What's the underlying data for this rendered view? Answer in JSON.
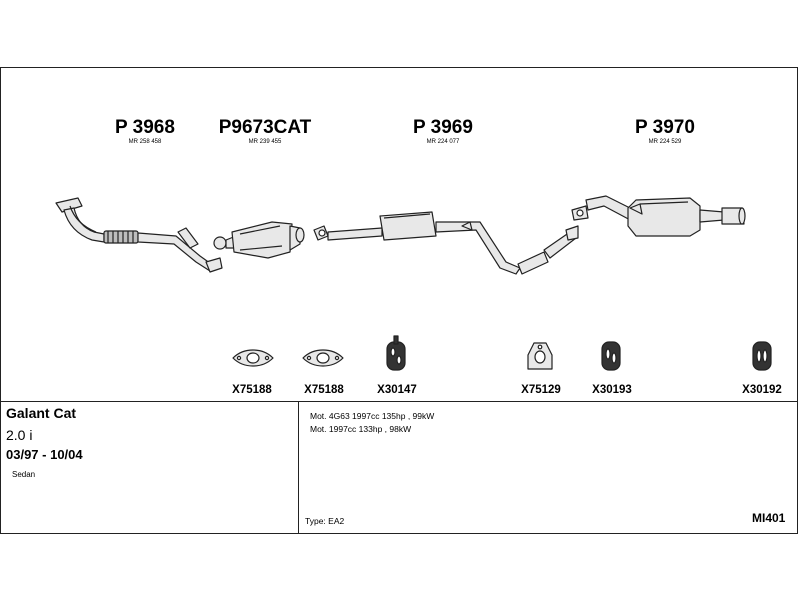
{
  "parts": [
    {
      "code": "P 3968",
      "ref": "MR 258 458"
    },
    {
      "code": "P9673CAT",
      "ref": "MR 239 455"
    },
    {
      "code": "P 3969",
      "ref": "MR 224 077"
    },
    {
      "code": "P 3970",
      "ref": "MR 224 529"
    }
  ],
  "accessories": [
    {
      "code": "X75188",
      "icon": "flange-gasket-icon"
    },
    {
      "code": "X75188",
      "icon": "flange-gasket-icon"
    },
    {
      "code": "X30147",
      "icon": "rubber-hanger-icon"
    },
    {
      "code": "X75129",
      "icon": "mounting-bracket-icon"
    },
    {
      "code": "X30193",
      "icon": "rubber-hanger-icon"
    },
    {
      "code": "X30192",
      "icon": "rubber-hanger-icon"
    }
  ],
  "vehicle": {
    "model": "Galant Cat",
    "engine": "2.0 i",
    "years": "03/97 - 10/04",
    "body": "Sedan"
  },
  "engines": [
    "Mot. 4G63 1997cc 135hp , 99kW",
    "Mot. 1997cc 133hp , 98kW"
  ],
  "type_label": "Type:  EA2",
  "diagram_id": "MI401",
  "colors": {
    "line": "#222222",
    "part_fill": "#e8e8e8",
    "part_shade": "#bdbdbd"
  }
}
